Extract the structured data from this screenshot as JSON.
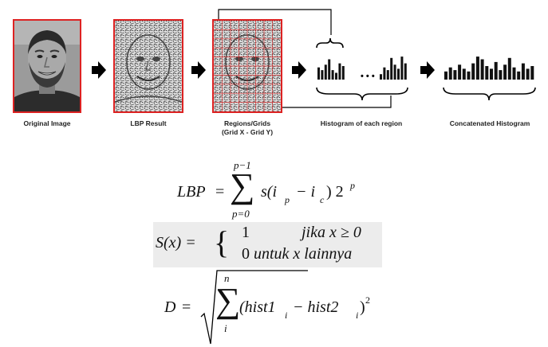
{
  "pipeline": {
    "captions": {
      "original": "Original Image",
      "lbp": "LBP Result",
      "regions_line1": "Regions/Grids",
      "regions_line2": "(Grid X - Grid Y)",
      "histogram_each": "Histogram of each region",
      "concatenated": "Concatenated Histogram"
    },
    "ellipsis": "• • •",
    "colors": {
      "frame": "#d22222",
      "bars": "#111111",
      "arrow": "#000000"
    },
    "histogram_left": [
      0.45,
      0.35,
      0.55,
      0.75,
      0.35,
      0.25,
      0.6,
      0.5
    ],
    "histogram_right": [
      0.2,
      0.45,
      0.35,
      0.8,
      0.55,
      0.4,
      0.85,
      0.6
    ],
    "histogram_concat": [
      0.3,
      0.45,
      0.35,
      0.55,
      0.4,
      0.3,
      0.6,
      0.85,
      0.75,
      0.5,
      0.4,
      0.65,
      0.35,
      0.55,
      0.8,
      0.45,
      0.3,
      0.6,
      0.4,
      0.5
    ]
  },
  "formulas": {
    "lbp": {
      "lhs": "LBP",
      "eq": "=",
      "sum_top": "p−1",
      "sum_bottom": "p=0",
      "sigma": "∑",
      "body": "s(i",
      "sub_p": "p",
      "minus": " − i",
      "sub_c": "c",
      "close": ") 2",
      "sup_p": "p"
    },
    "step": {
      "lhs": "S(x) =",
      "brace": "{",
      "case1_val": "1",
      "case1_cond": "jika x ≥ 0",
      "case2_val": "0",
      "case2_cond": "untuk x lainnya"
    },
    "distance": {
      "lhs": "D",
      "eq": "=",
      "sum_top": "n",
      "sum_bottom": "i",
      "sigma": "∑",
      "body": "(hist1",
      "sub1": "i",
      "minus": " − hist2",
      "sub2": "i",
      "close": ")",
      "sup": "2"
    }
  }
}
